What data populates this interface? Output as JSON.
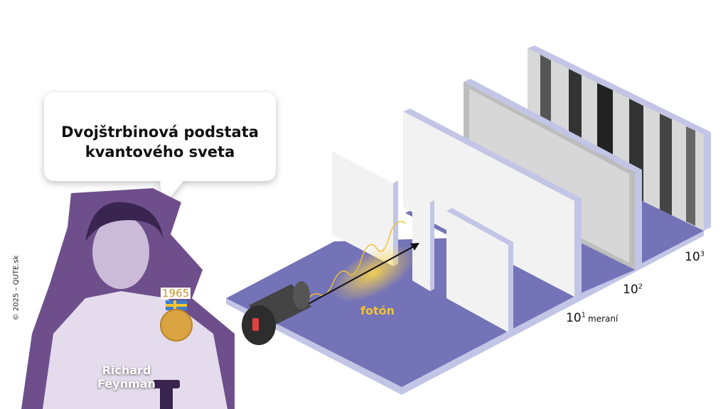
{
  "title_line1": "Dvojštrbinová podstata",
  "title_line2": "kvantového sveta",
  "person": {
    "first": "Richard",
    "last": "Feynman",
    "nobel_year": "1965"
  },
  "copyright": "© 2025 – QUTE.sk",
  "photon_label": "fotón",
  "measurements": [
    {
      "base": "10",
      "exp": "1",
      "unit": "meraní"
    },
    {
      "base": "10",
      "exp": "2"
    },
    {
      "base": "10",
      "exp": "3"
    }
  ],
  "colors": {
    "floor": "#7473b8",
    "edge": "#c3c5e6",
    "photo": "#6e4f8c",
    "photon": "#f2c230",
    "medal": "#d9a441"
  }
}
